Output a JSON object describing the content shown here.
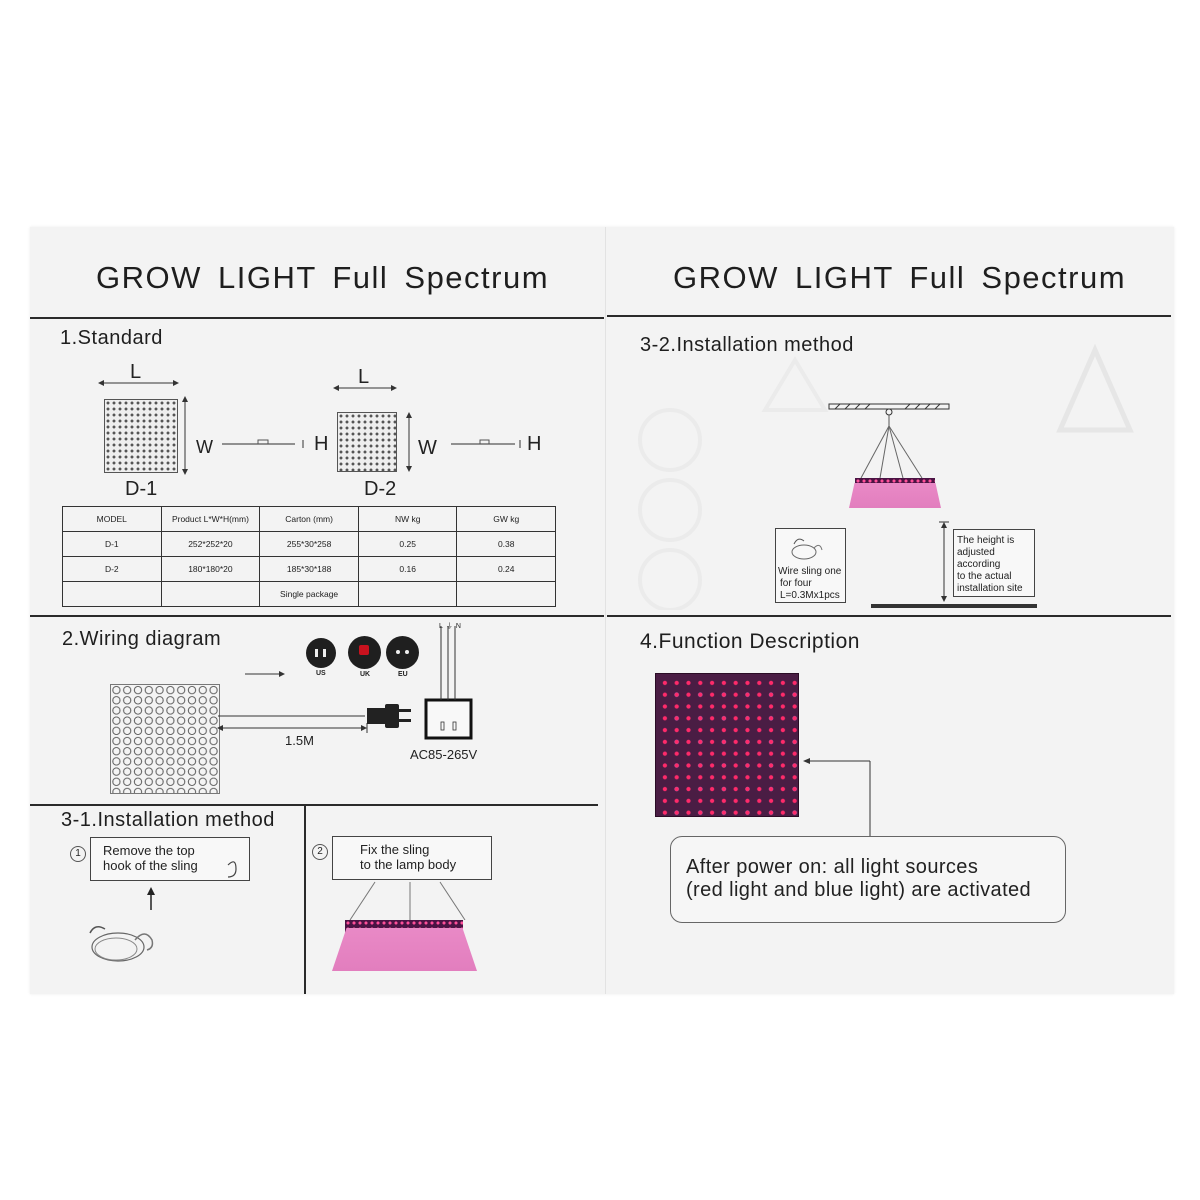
{
  "left_page": {
    "title": "GROW LIGHT Full Spectrum",
    "standard": {
      "heading": "1.Standard",
      "d1": {
        "model": "D-1",
        "l": "L",
        "w": "W",
        "h": "H"
      },
      "d2": {
        "model": "D-2",
        "l": "L",
        "w": "W",
        "h": "H"
      },
      "table": {
        "headers": [
          "MODEL",
          "Product L*W*H(mm)",
          "Carton (mm)",
          "NW kg",
          "GW kg"
        ],
        "rows": [
          [
            "D-1",
            "252*252*20",
            "255*30*258",
            "0.25",
            "0.38"
          ],
          [
            "D-2",
            "180*180*20",
            "185*30*188",
            "0.16",
            "0.24"
          ],
          [
            "",
            "",
            "Single package",
            "",
            ""
          ]
        ]
      }
    },
    "wiring": {
      "heading": "2.Wiring diagram",
      "plugs": [
        "US",
        "UK",
        "EU"
      ],
      "cable_length": "1.5M",
      "voltage": "AC85-265V",
      "terminal_labels": [
        "L",
        "⏚",
        "N"
      ]
    },
    "install_31": {
      "heading": "3-1.Installation method",
      "step1_num": "1",
      "step1_line1": "Remove the top",
      "step1_line2": "hook of the sling",
      "step2_num": "2",
      "step2_line1": "Fix the sling",
      "step2_line2": "to the lamp body"
    }
  },
  "right_page": {
    "title": "GROW LIGHT Full Spectrum",
    "install_32": {
      "heading": "3-2.Installation method",
      "sling_note": [
        "Wire sling one",
        "for four",
        "L=0.3Mx1pcs"
      ],
      "height_note": [
        "The height is",
        "adjusted",
        "according",
        "to the actual",
        "installation site"
      ]
    },
    "function": {
      "heading": "4.Function Description",
      "line1": "After power on: all light sources",
      "line2": "(red light and blue light) are activated"
    }
  },
  "colors": {
    "paper": "#f3f3f3",
    "rule": "#2a2a2a",
    "led_panel": "#4a1d44",
    "red_led": "#ff2a6a",
    "blue_led": "#9a9cff",
    "lamp_body_pink": "#e27ebe"
  }
}
